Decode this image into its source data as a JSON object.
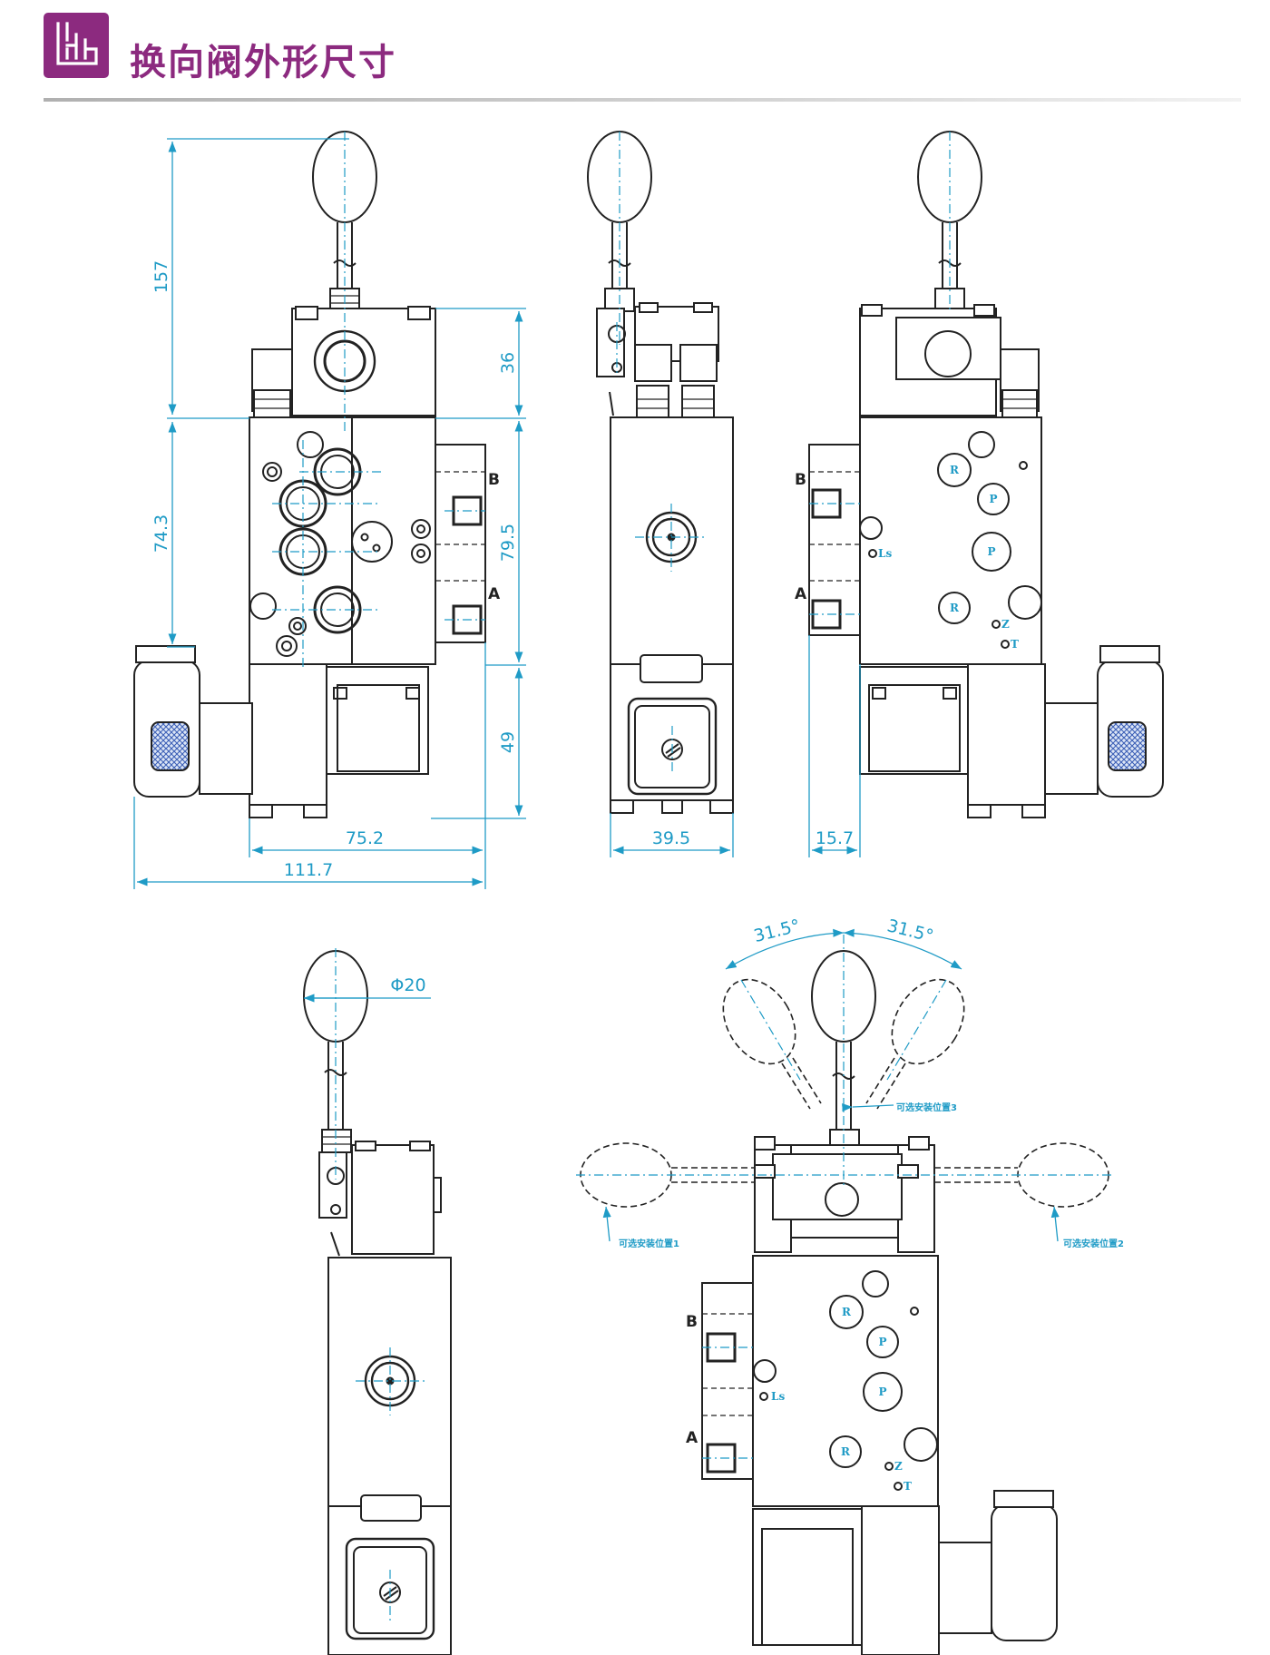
{
  "header": {
    "title": "换向阀外形尺寸"
  },
  "dimensions": {
    "h157": "157",
    "h74_3": "74.3",
    "h36": "36",
    "h79_5": "79.5",
    "h49": "49",
    "w75_2": "75.2",
    "w111_7": "111.7",
    "w39_5": "39.5",
    "w15_7": "15.7",
    "dia20": "Φ20",
    "ang_left": "31.5°",
    "ang_right": "31.5°"
  },
  "ports": {
    "b": "B",
    "a": "A",
    "r": "R",
    "p": "P",
    "ls": "Ls",
    "z": "Z",
    "t": "T"
  },
  "notes": {
    "pos1": "可选安装位置1",
    "pos2": "可选安装位置2",
    "pos3": "可选安装位置3"
  },
  "colors": {
    "brand": "#8c2a7f",
    "dimension": "#1f9bc6",
    "outline": "#222222"
  }
}
